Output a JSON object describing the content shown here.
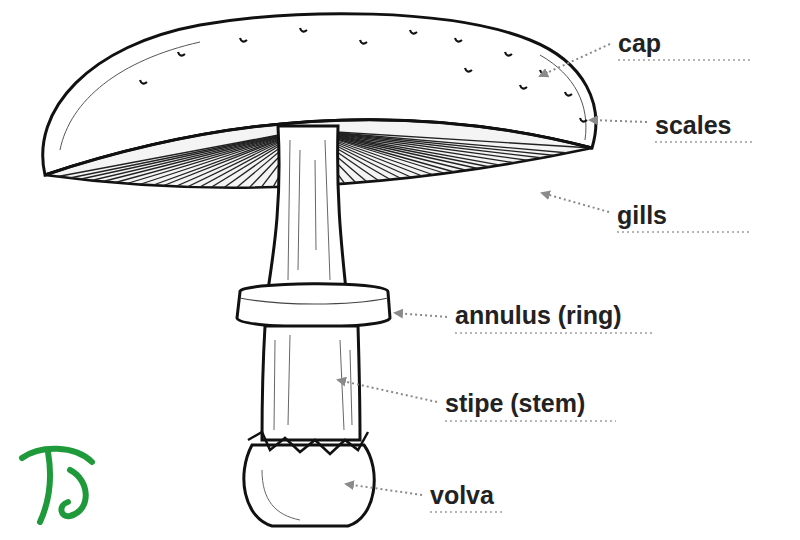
{
  "diagram": {
    "labels": [
      "cap",
      "scales",
      "gills",
      "annulus (ring)",
      "stipe (stem)",
      "volva"
    ]
  }
}
